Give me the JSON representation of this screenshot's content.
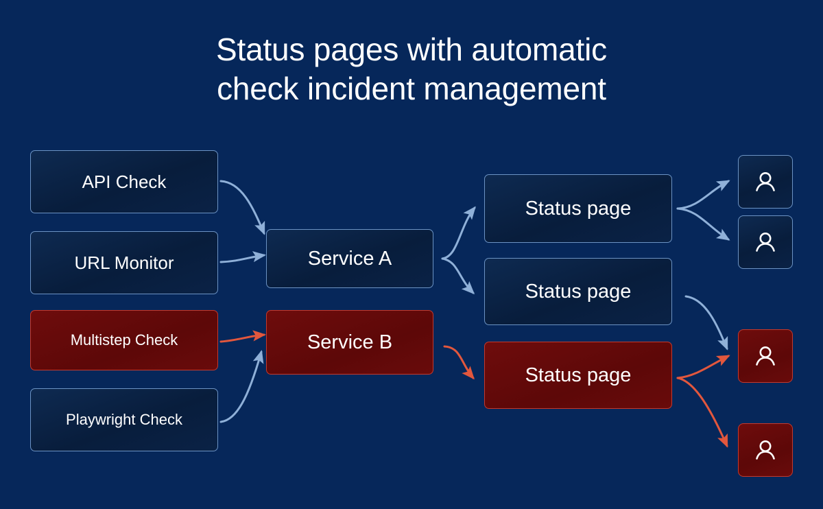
{
  "title": {
    "line1": "Status pages with automatic",
    "line2": "check incident management"
  },
  "colors": {
    "background": "#06275a",
    "box_blue_fill": "#0b2142",
    "box_blue_border": "#6c93c4",
    "box_red_fill": "#660a0a",
    "box_red_border": "#c5392c",
    "arrow_blue": "#8fb0d8",
    "arrow_red": "#e2573d",
    "text": "#ffffff"
  },
  "columns": {
    "checks": {
      "items": [
        {
          "label": "API Check",
          "state": "ok"
        },
        {
          "label": "URL Monitor",
          "state": "ok"
        },
        {
          "label": "Multistep Check",
          "state": "failing"
        },
        {
          "label": "Playwright Check",
          "state": "ok"
        }
      ]
    },
    "services": {
      "items": [
        {
          "label": "Service A",
          "state": "ok"
        },
        {
          "label": "Service B",
          "state": "failing"
        }
      ]
    },
    "status_pages": {
      "items": [
        {
          "label": "Status page",
          "state": "ok"
        },
        {
          "label": "Status page",
          "state": "ok"
        },
        {
          "label": "Status page",
          "state": "failing"
        }
      ]
    },
    "subscribers": {
      "items": [
        {
          "icon": "user-icon",
          "state": "ok"
        },
        {
          "icon": "user-icon",
          "state": "ok"
        },
        {
          "icon": "user-icon",
          "state": "failing"
        },
        {
          "icon": "user-icon",
          "state": "failing"
        }
      ]
    }
  },
  "connections": [
    {
      "from": "API Check",
      "to": "Service A",
      "color": "blue"
    },
    {
      "from": "URL Monitor",
      "to": "Service A",
      "color": "blue"
    },
    {
      "from": "Multistep Check",
      "to": "Service B",
      "color": "red"
    },
    {
      "from": "Playwright Check",
      "to": "Service B",
      "color": "blue"
    },
    {
      "from": "Service A",
      "to": "Status page 1",
      "color": "blue"
    },
    {
      "from": "Service A",
      "to": "Status page 2",
      "color": "blue"
    },
    {
      "from": "Service B",
      "to": "Status page 3",
      "color": "red"
    },
    {
      "from": "Status page 1",
      "to": "Subscriber 1",
      "color": "blue"
    },
    {
      "from": "Status page 1",
      "to": "Subscriber 2",
      "color": "blue"
    },
    {
      "from": "Status page 2",
      "to": "Subscriber 3",
      "color": "blue"
    },
    {
      "from": "Status page 3",
      "to": "Subscriber 3",
      "color": "red"
    },
    {
      "from": "Status page 3",
      "to": "Subscriber 4",
      "color": "red"
    }
  ]
}
